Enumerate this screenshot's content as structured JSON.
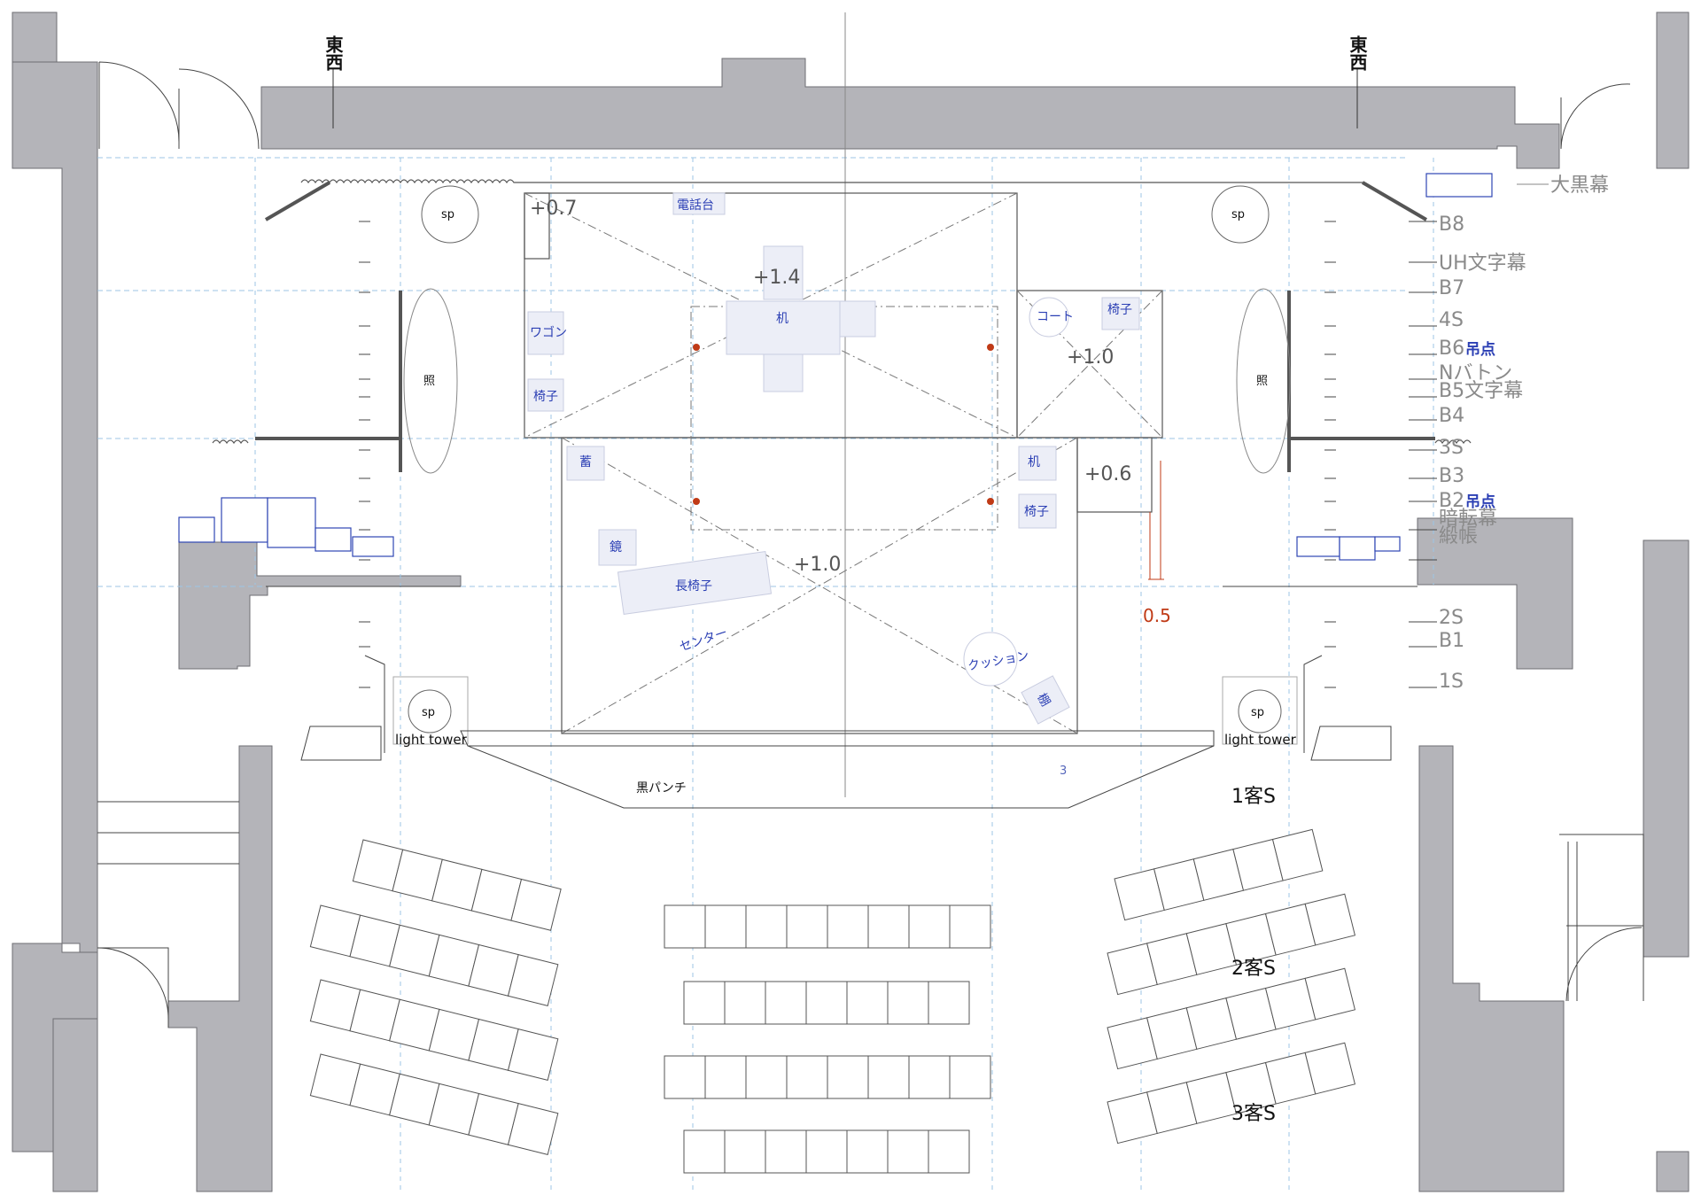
{
  "elevations": {
    "upper_platform": "+1.4",
    "right_platform": "+1.0",
    "main_platform": "+1.0",
    "small_step": "+0.6",
    "side_step": "+0.7",
    "dimension_red": "0.5"
  },
  "compass": {
    "left": "東西",
    "right": "東西"
  },
  "batten_labels": [
    "大黒幕",
    "B8",
    "UH文字幕",
    "B7",
    "4S",
    "B6",
    "Nバトン",
    "B5文字幕",
    "B4",
    "3S",
    "B3",
    "B2",
    "暗転幕",
    "緞帳",
    "2S",
    "B1",
    "1S"
  ],
  "hanging_points": {
    "b6": "吊点",
    "b2": "吊点"
  },
  "props": {
    "phone_stand": "電話台",
    "desk_top": "机",
    "wagon": "ワゴン",
    "chair_left": "椅子",
    "coat": "コート",
    "chair_right": "椅子",
    "gramophone": "蓄",
    "desk_right": "机",
    "chair_right2": "椅子",
    "mirror": "鏡",
    "long_bench": "長椅子",
    "center": "センター",
    "cushion": "クッション",
    "shelf": "棚"
  },
  "equipment": {
    "speaker": "sp",
    "light": "照",
    "light_tower": "light tower",
    "black_panel": "黒パンチ",
    "mark_3": "3"
  },
  "audience_rows": [
    "1客S",
    "2客S",
    "3客S"
  ],
  "colors": {
    "wall": "#b4b4b9",
    "blue": "#2b3fb4",
    "red": "#c03a16",
    "grid": "#9cc6e6"
  }
}
